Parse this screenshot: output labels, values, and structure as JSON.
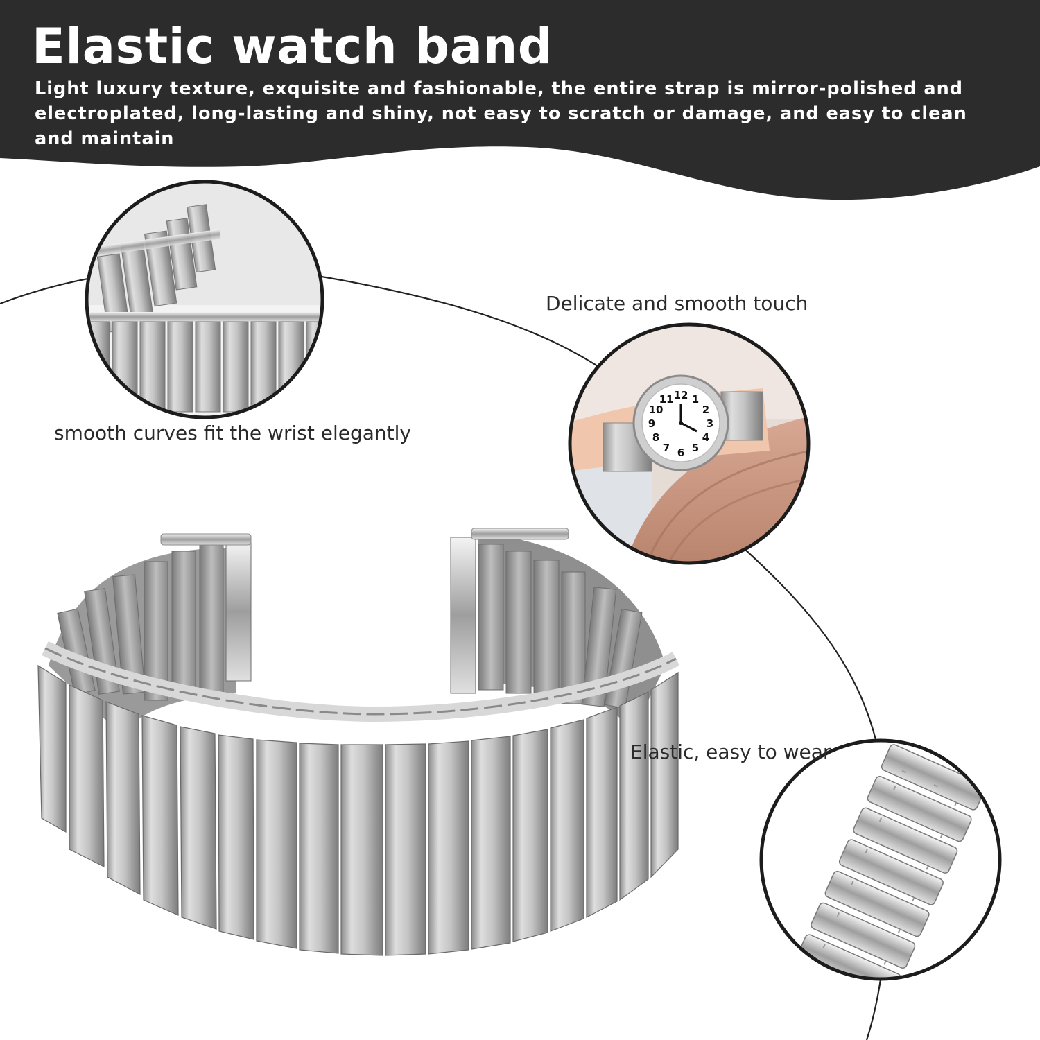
{
  "header": {
    "title": "Elastic watch band",
    "subtitle": "Light luxury texture, exquisite and fashionable, the entire strap is mirror-polished and electroplated, long-lasting and shiny, not easy to scratch or damage, and easy to clean and maintain"
  },
  "features": [
    {
      "caption": "Delicate and smooth touch",
      "image": "watch-on-wrist"
    },
    {
      "caption": "smooth curves fit the wrist elegantly",
      "image": "band-links-closeup"
    },
    {
      "caption": "Elastic, easy to wear",
      "image": "link-detail-closeup"
    }
  ],
  "watch_face": {
    "numerals": [
      "12",
      "1",
      "2",
      "3",
      "4",
      "5",
      "6",
      "7",
      "8",
      "9",
      "10",
      "11"
    ]
  },
  "colors": {
    "header_bg": "#2c2c2c",
    "header_text": "#ffffff",
    "caption_text": "#2a2a2a",
    "metal": "#b8b8b8"
  }
}
